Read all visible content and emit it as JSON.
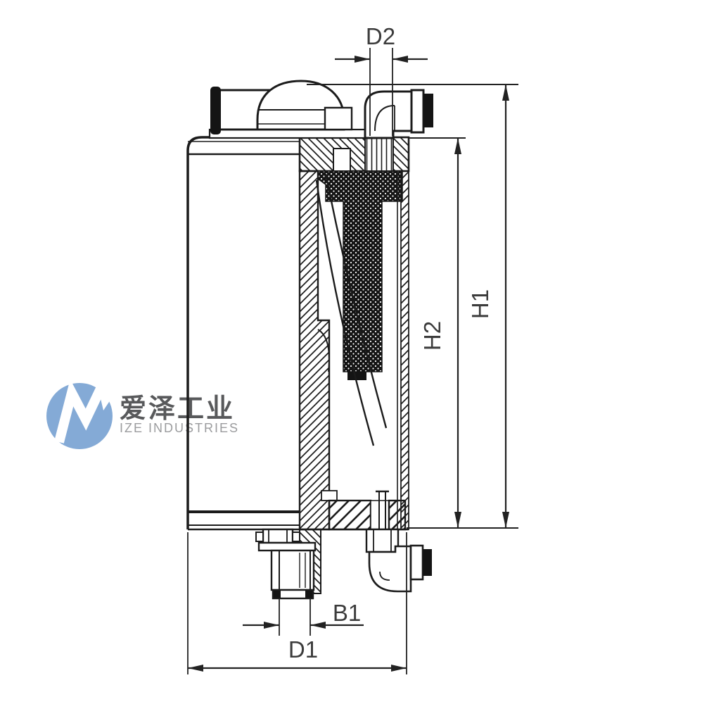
{
  "drawing": {
    "labels": {
      "d2": "D2",
      "h1": "H1",
      "h2": "H2",
      "b1": "B1",
      "d1": "D1"
    },
    "colors": {
      "line": "#1b1b1b",
      "label": "#3c3c3c",
      "background": "#ffffff"
    }
  },
  "watermark": {
    "brand_cn": "爱泽工业",
    "brand_en": "IZE INDUSTRIES",
    "logo_color": "#84aad6",
    "cn_color": "#58595b",
    "en_color": "#9b9c9e"
  }
}
